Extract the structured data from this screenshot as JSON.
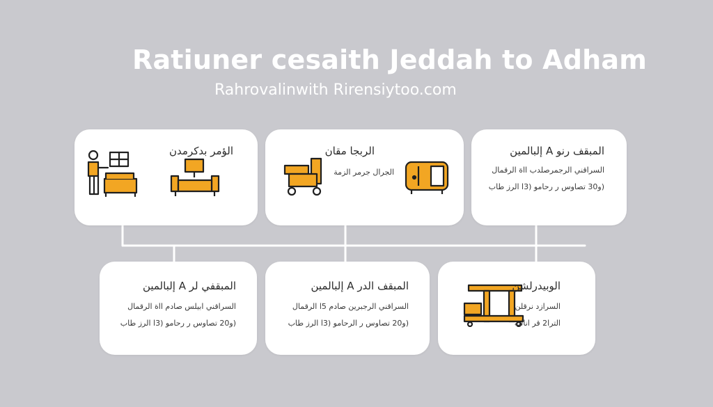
{
  "header": {
    "title": "Ratiuner cesaith Jeddah to Adham",
    "subtitle": "Rahrovalinwith Rirensiytoo.com"
  },
  "colors": {
    "background": "#c9c9ce",
    "card": "#ffffff",
    "accent": "#f2a623",
    "ink": "#1f1f1f",
    "connector": "#ffffff"
  },
  "cards": [
    {
      "icon": "person-at-desk-and-sofa-icon",
      "title": "الؤمر بدكرمدن",
      "lines": []
    },
    {
      "icon": "furniture-cart-and-wardrobe-icon",
      "title": "الربجا مقان",
      "lines": [
        "الجرال جرمر الزمة"
      ]
    },
    {
      "icon": "",
      "title": "المبقف رنو A إلبالمين",
      "lines": [
        "السراقني الرجمرصلدب ااة الرقمال",
        "(و30 تصاوس ر رحامو (3ا الرز طاب"
      ]
    },
    {
      "icon": "",
      "title": "المبقفي لر A إلبالمين",
      "lines": [
        "السراقني ابيلس صادم ااة الرقمال",
        "(و20 تصاوس ر رحامو (3ا الرز طاب"
      ]
    },
    {
      "icon": "",
      "title": "المبقف الدر A إلبالمين",
      "lines": [
        "السراقني الرجبرين صادم 5ا الرقمال",
        "(و20 تصاوس ر الرحامو (3ا الرز طاب"
      ]
    },
    {
      "icon": "moving-cart-icon",
      "title": "الوبيدرلشن",
      "lines": [
        "السرازد نرقلن",
        "الترا2 قر اناليه"
      ]
    }
  ]
}
